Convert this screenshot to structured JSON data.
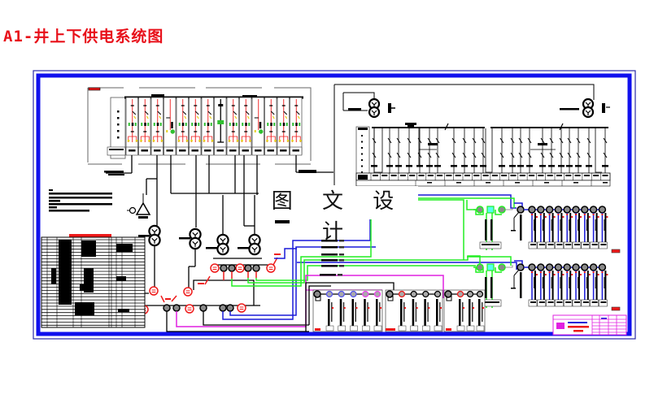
{
  "page": {
    "title": "A1-井上下供电系统图",
    "watermark": "图 文 设 计"
  },
  "colors": {
    "title_red": "#e8101a",
    "frame_blue": "#1010ee",
    "cable_green": "#22ee22",
    "cable_blue": "#1a1ad8",
    "cable_magenta": "#e020e0",
    "device_red": "#ee1a1a",
    "line_black": "#000000",
    "busbar_yellow": "#e8d020",
    "breaker_green": "#30c030"
  },
  "diagram": {
    "sections": [
      {
        "id": "surface-hv-switchgear",
        "panel_count": 14
      },
      {
        "id": "surface-lv-distribution",
        "transformer_count": 2,
        "feeder_count": 28
      },
      {
        "id": "underground-substation",
        "transformer_count": 4
      },
      {
        "id": "mine-distribution-upper",
        "feeder_count": 9
      },
      {
        "id": "mine-distribution-lower",
        "feeder_count": 9
      },
      {
        "id": "mining-face-boxes",
        "box_count": 3
      },
      {
        "id": "equipment-table",
        "rows": 24
      },
      {
        "id": "notes-block",
        "lines": 6
      },
      {
        "id": "title-block"
      }
    ]
  }
}
